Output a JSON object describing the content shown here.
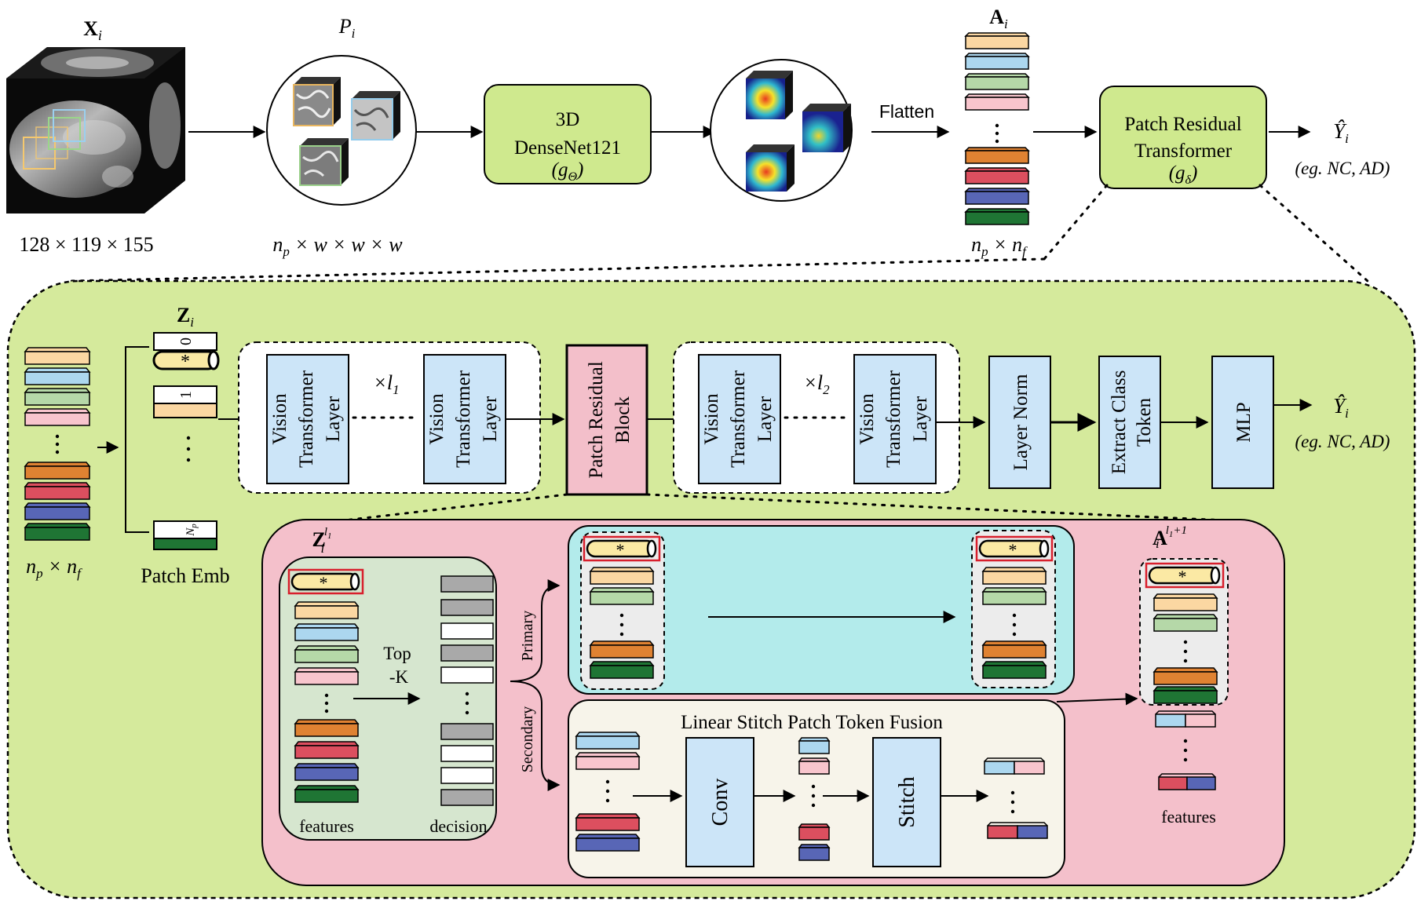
{
  "top": {
    "brain_label": "X",
    "brain_sub": "i",
    "brain_dims": "128 × 119 × 155",
    "patches_label": "P",
    "patches_sub": "i",
    "patches_dims_np": "n",
    "patches_dims_p": "p",
    "patches_dims_rest": " × w × w × w",
    "densenet_line1": "3D",
    "densenet_line2": "DenseNet121",
    "densenet_g": "(g",
    "densenet_g_sub": "Θ",
    "densenet_g_close": ")",
    "flatten_label": "Flatten",
    "a_label": "A",
    "a_sub": "i",
    "a_dims_n": "n",
    "a_dims_p": "p",
    "a_dims_x": " × n",
    "a_dims_f": "f",
    "prt_line1": "Patch Residual",
    "prt_line2": "Transformer",
    "prt_g": "(g",
    "prt_g_sub": "δ",
    "prt_g_close": ")",
    "output_y": "Ŷ",
    "output_sub": "i",
    "output_eg": "(eg. NC, AD)"
  },
  "middle": {
    "z_label": "Z",
    "z_sub": "i",
    "token_zero": "0",
    "token_star": "*",
    "token_one": "1",
    "token_np": "N",
    "token_np_sub": "p",
    "dims_n": "n",
    "dims_p": "p",
    "dims_x": " × n",
    "dims_f": "f",
    "patch_emb": "Patch Emb",
    "vit_lines": [
      "Vision",
      "Transformer",
      "Layer"
    ],
    "times_l1": "×l",
    "times_l1_sub": "1",
    "times_l2": "×l",
    "times_l2_sub": "2",
    "prb_line1": "Patch Residual",
    "prb_line2": "Block",
    "layer_norm": "Layer Norm",
    "extract_line1": "Extract Class",
    "extract_line2": "Token",
    "mlp": "MLP",
    "output_y": "Ŷ",
    "output_sub": "i",
    "output_eg": "(eg. NC, AD)"
  },
  "bottom": {
    "z_label": "Z",
    "z_sub": "i",
    "z_sup": "l",
    "z_sup_sub": "1",
    "star": "*",
    "topk_line1": "Top",
    "topk_line2": "-K",
    "features": "features",
    "decision": "decision",
    "primary": "Primary",
    "secondary": "Secondary",
    "fusion_title": "Linear Stitch Patch Token Fusion",
    "conv": "Conv",
    "stitch": "Stitch",
    "a_label": "A",
    "a_sub": "i",
    "a_sup": "l",
    "a_sup_sub": "1",
    "a_sup_rest": "+1",
    "features_right": "features"
  },
  "colors": {
    "green_bg": "#d5ea9c",
    "block_green": "#cfe98e",
    "vit_blue": "#cce5f8",
    "pink_bg": "#f4c0cb",
    "prb_pink": "#f3bfca",
    "sel_green": "#d6e6cf",
    "cyan_bg": "#b3ebeb",
    "fusion_bg": "#f7f4ea",
    "tok_peach": "#fbd7a2",
    "tok_blue": "#acd7ef",
    "tok_green": "#b5d8a8",
    "tok_pink": "#f8c5cd",
    "tok_orange": "#df8232",
    "tok_red": "#dc4f5f",
    "tok_navy": "#5866b6",
    "tok_dgreen": "#1f7534",
    "star_fill": "#fbe9a4"
  }
}
